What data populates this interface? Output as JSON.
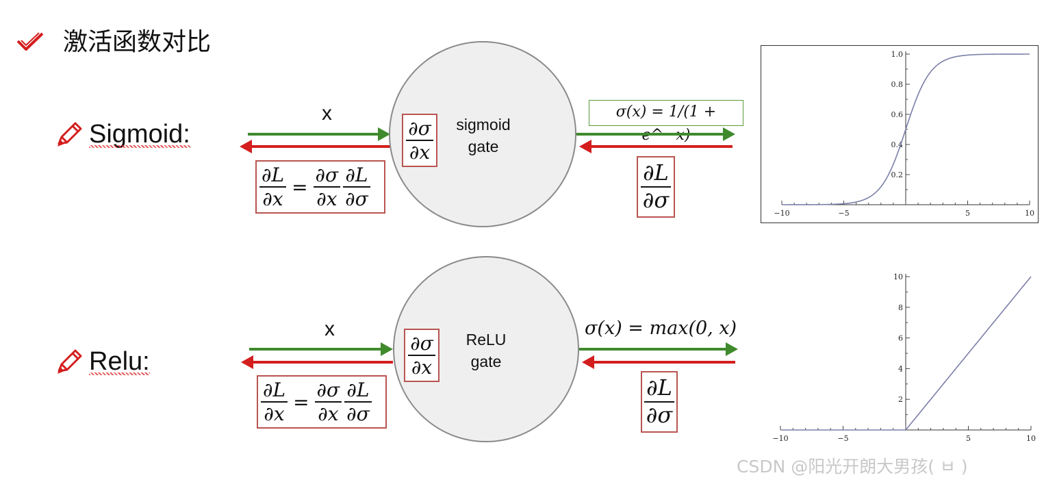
{
  "title": "激活函数对比",
  "rows": [
    {
      "label": "Sigmoid:",
      "gate_line1": "sigmoid",
      "gate_line2": "gate",
      "input_label": "x",
      "formula": "σ(x) = 1/(1 + e^−x)"
    },
    {
      "label": "Relu:",
      "gate_line1": "ReLU",
      "gate_line2": "gate",
      "input_label": "x",
      "formula": "σ(x) = max(0, x)"
    }
  ],
  "math": {
    "d": "∂",
    "L": "L",
    "x": "x",
    "sigma": "σ",
    "equals": "="
  },
  "chart_data": [
    {
      "type": "line",
      "function": "sigmoid",
      "xlim": [
        -10,
        10
      ],
      "ylim": [
        0,
        1.0
      ],
      "x_ticks": [
        "−10",
        "−5",
        "5",
        "10"
      ],
      "y_ticks": [
        "0.2",
        "0.4",
        "0.6",
        "0.8",
        "1.0"
      ],
      "series_color": "#7b7fa8"
    },
    {
      "type": "line",
      "function": "relu",
      "xlim": [
        -10,
        10
      ],
      "ylim": [
        0,
        10
      ],
      "x_ticks": [
        "−10",
        "−5",
        "5",
        "10"
      ],
      "y_ticks": [
        "2",
        "4",
        "6",
        "8",
        "10"
      ],
      "series_color": "#7b7fa8"
    }
  ],
  "watermark": "CSDN @阳光开朗大男孩(  ㅂ  )",
  "colors": {
    "accent_red": "#d41e1e",
    "accent_green": "#3f8a2c",
    "gate_fill": "#efefef"
  }
}
